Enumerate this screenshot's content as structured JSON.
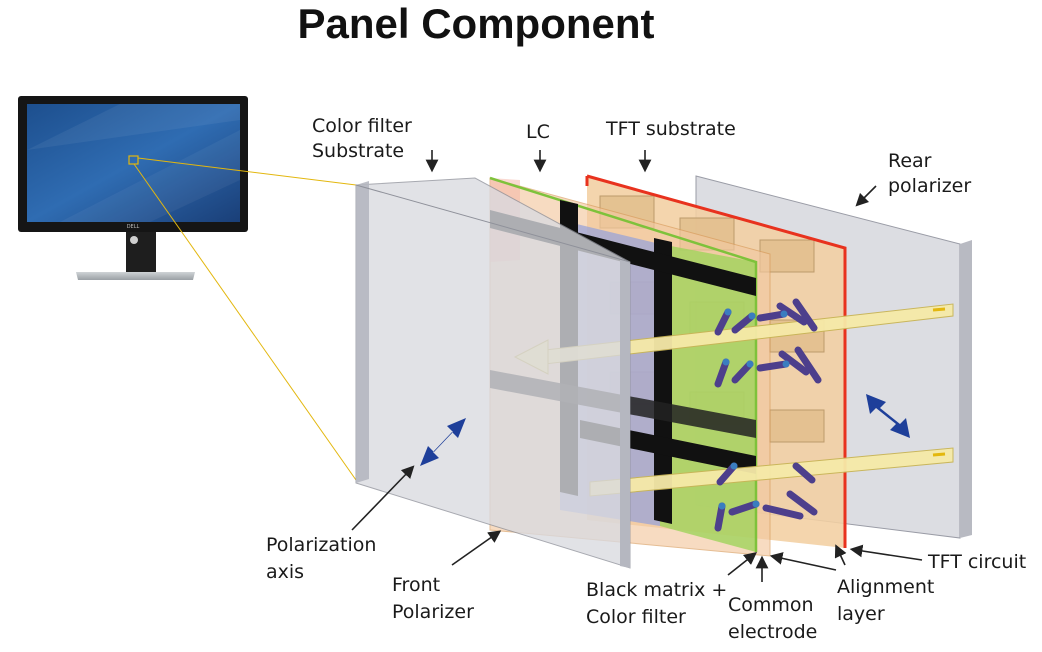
{
  "title": "Panel Component",
  "labels": {
    "color_filter_substrate": [
      "Color filter",
      "Substrate"
    ],
    "lc": "LC",
    "tft_substrate": "TFT substrate",
    "rear_polarizer": [
      "Rear",
      "polarizer"
    ],
    "polarization_axis": [
      "Polarization",
      "axis"
    ],
    "front_polarizer": [
      "Front",
      "Polarizer"
    ],
    "black_matrix_color_filter": [
      "Black matrix +",
      "Color filter"
    ],
    "common_electrode": [
      "Common",
      "electrode"
    ],
    "alignment_layer": [
      "Alignment",
      "layer"
    ],
    "tft_circuit": "TFT circuit"
  },
  "monitor": {
    "brand": "DELL"
  },
  "colors": {
    "accent_red": "#e8321e",
    "lc_orange": "#f3c9a1",
    "green_filter": "#9ed35a",
    "blue_filter": "#9aa3d8",
    "arrow_blue": "#1e3f9a",
    "light_beam": "#f6eaa8",
    "leader_line": "#e3b70e"
  }
}
